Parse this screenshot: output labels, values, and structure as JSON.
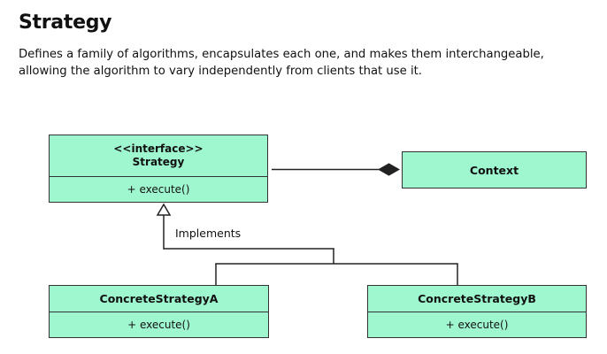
{
  "title": "Strategy",
  "description": "Defines a family of algorithms, encapsulates each one, and makes them interchangeable, allowing the algorithm to vary independently from clients that use it.",
  "diagram": {
    "strategy": {
      "stereotype": "<<interface>>",
      "name": "Strategy",
      "method": "+ execute()"
    },
    "context": {
      "name": "Context"
    },
    "concrete_a": {
      "name": "ConcreteStrategyA",
      "method": "+ execute()"
    },
    "concrete_b": {
      "name": "ConcreteStrategyB",
      "method": "+ execute()"
    },
    "implements_label": "Implements",
    "colors": {
      "box_fill": "#9ff7d0",
      "stroke": "#333333"
    }
  }
}
